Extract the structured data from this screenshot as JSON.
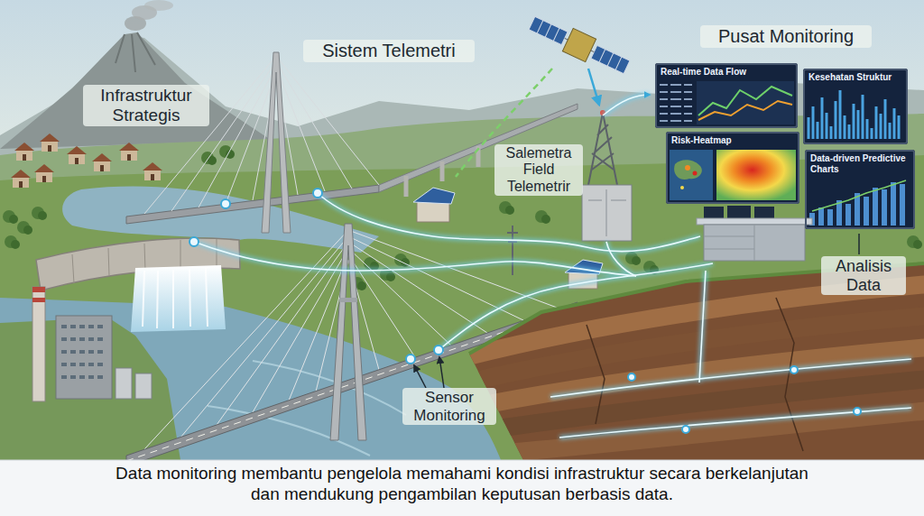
{
  "diagram": {
    "caption": "Data monitoring membantu pengelola memahami kondisi infrastruktur secara berkelanjutan dan mendukung pengambilan keputusan berbasis data.",
    "nodes": [
      {
        "text": [
          "Real-time Data Flow"
        ]
      },
      {
        "text": [
          "Kesehatan Struktur"
        ]
      },
      {
        "text": [
          "Risk-Heatmap"
        ]
      },
      {
        "text": [
          "Data-driven Predictive Charts"
        ]
      }
    ],
    "labels": [
      "Sistem Telemetri",
      "Pusat Monitoring",
      "Infrastruktur Strategis",
      "Salemetra Field Telemetrir",
      "Sensor Monitoring",
      "Analisis Data"
    ]
  }
}
